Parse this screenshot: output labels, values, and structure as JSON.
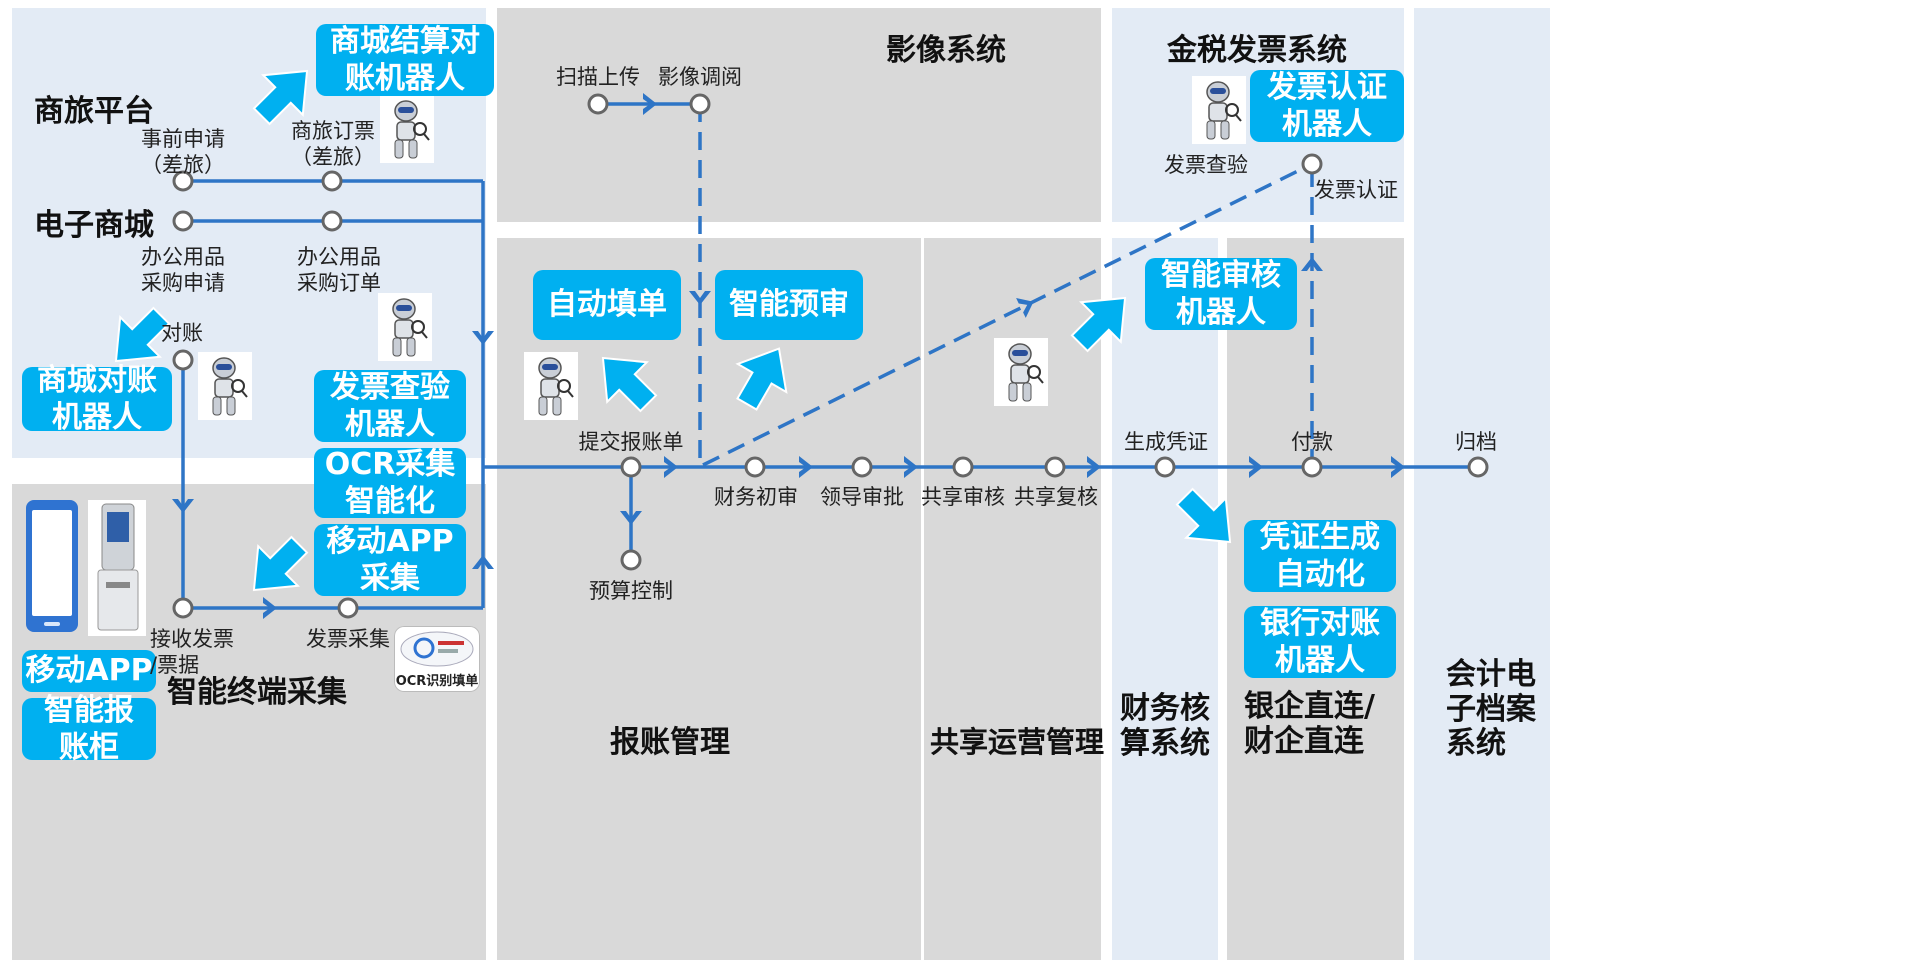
{
  "zones": {
    "platform": "商旅平台",
    "mall": "电子商城",
    "terminal": "智能终端采集",
    "image": "影像系统",
    "golden_tax": "金税发票系统",
    "reimburse": "报账管理",
    "shared_ops": "共享运营管理",
    "accounting": "财务核\n算系统",
    "bank": "银企直连/\n财企直连",
    "archive": "会计电\n子档案\n系统"
  },
  "robots": {
    "mall_settle": "商城结算对\n账机器人",
    "mall_reconcile": "商城对账\n机器人",
    "invoice_check": "发票查验\n机器人",
    "ocr": "OCR采集\n智能化",
    "mobile_collect": "移动APP\n采集",
    "auto_fill": "自动填单",
    "smart_precheck": "智能预审",
    "smart_audit": "智能审核\n机器人",
    "invoice_cert": "发票认证\n机器人",
    "voucher_gen": "凭证生成\n自动化",
    "bank_reconcile": "银行对账\n机器人",
    "mobile_app": "移动APP",
    "kiosk": "智能报\n账柜"
  },
  "nodes": {
    "pre_apply": "事前申请\n（差旅）",
    "travel_ticket": "商旅订票\n（差旅）",
    "office_apply": "办公用品\n采购申请",
    "office_order": "办公用品\n采购订单",
    "reconcile": "对账",
    "receive_invoice": "接收发票\n/票据",
    "invoice_collect": "发票采集",
    "scan_upload": "扫描上传",
    "image_view": "影像调阅",
    "submit": "提交报账单",
    "budget": "预算控制",
    "fin_review": "财务初审",
    "leader_approve": "领导审批",
    "shared_review": "共享审核",
    "shared_recheck": "共享复核",
    "gen_voucher": "生成凭证",
    "payment": "付款",
    "archive": "归档",
    "invoice_verify": "发票查验",
    "invoice_cert": "发票认证"
  },
  "misc": {
    "ocr_card": "OCR识别填单"
  },
  "colors": {
    "accent": "#00b0f0",
    "flow_line": "#2e75c6",
    "zone_light": "#e3ebf5",
    "zone_gray": "#d9d9d9"
  },
  "icons": [
    "robot-icon",
    "phone-icon",
    "kiosk-icon",
    "arrow-icon"
  ]
}
